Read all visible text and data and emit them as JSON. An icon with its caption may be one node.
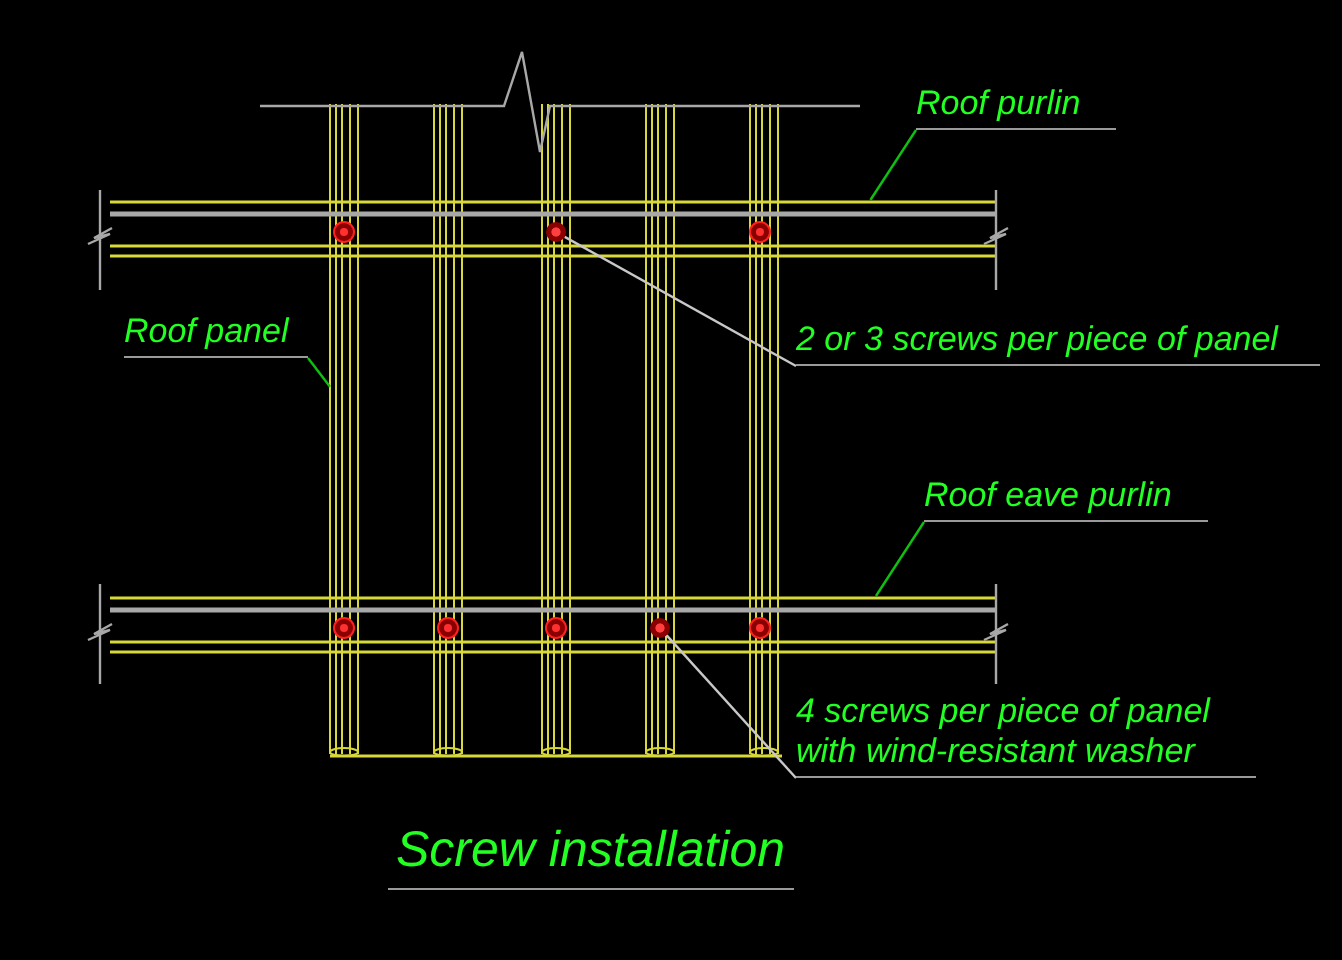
{
  "diagram": {
    "title": "Screw installation",
    "nodes": [
      {
        "text": [
          "Roof purlin"
        ]
      },
      {
        "text": [],
        "shape": "bar"
      },
      {
        "text": [
          "Roof panel"
        ]
      },
      {
        "text": [],
        "shape": "box"
      },
      {
        "text": [
          "2 or 3 screws per piece of panel"
        ]
      },
      {
        "text": [],
        "shape": "circle"
      },
      {
        "text": [
          "Roof eave purlin"
        ]
      },
      {
        "text": [],
        "shape": "bar"
      },
      {
        "text": [
          "4 screws per piece of panel with wind-resistant washer"
        ]
      },
      {
        "text": [],
        "shape": "circle"
      }
    ],
    "edges": [
      {
        "from": 0,
        "to": 1,
        "arrow": "none"
      },
      {
        "from": 2,
        "to": 3,
        "arrow": "none"
      },
      {
        "from": 4,
        "to": 5,
        "arrow": "none",
        "color": "#c8c8c8"
      },
      {
        "from": 6,
        "to": 7,
        "arrow": "none"
      },
      {
        "from": 8,
        "to": 9,
        "arrow": "none",
        "color": "#c8c8c8"
      }
    ]
  }
}
